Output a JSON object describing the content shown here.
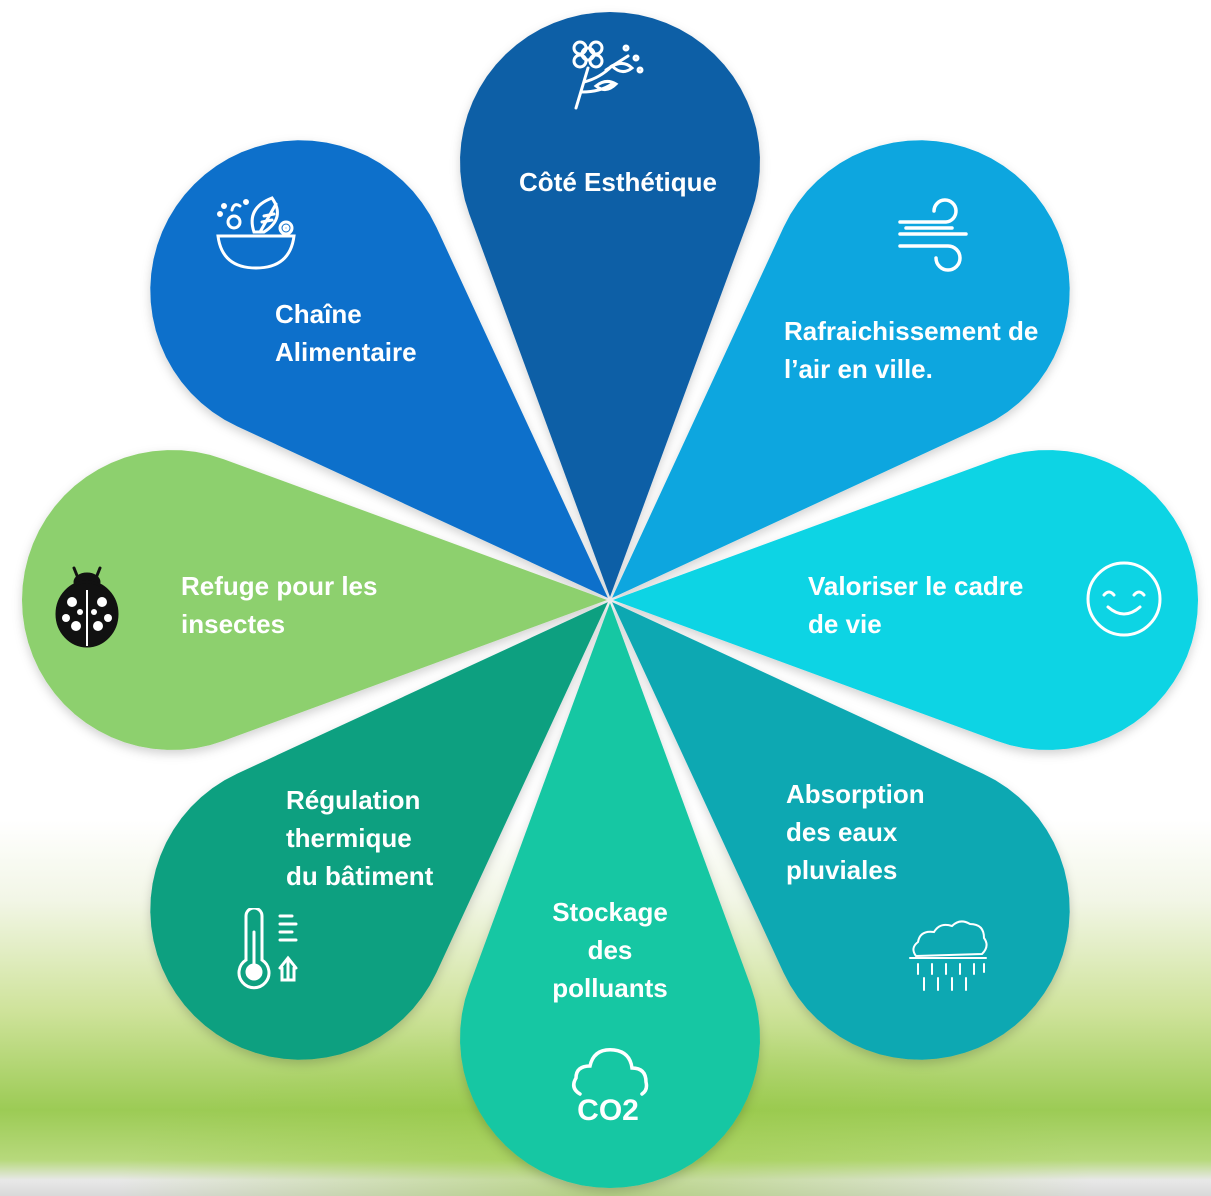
{
  "petals": [
    {
      "id": "esthetique",
      "label": "Côté Esthétique",
      "color": "#0f5ea6",
      "icon": "flower-branch-icon"
    },
    {
      "id": "rafraichissement",
      "label": "Rafraichissement de\nl’air en ville.",
      "color": "#07a6df",
      "icon": "wind-icon"
    },
    {
      "id": "cadre-de-vie",
      "label": "Valoriser le cadre\nde vie",
      "color": "#07d4e4",
      "icon": "smiley-icon"
    },
    {
      "id": "eaux-pluviales",
      "label": "Absorption\ndes eaux\npluviales",
      "color": "#0ca8b2",
      "icon": "rain-cloud-icon"
    },
    {
      "id": "polluants",
      "label": "Stockage\ndes\npolluants",
      "color": "#14c7a3",
      "icon": "co2-cloud-icon",
      "icon_text": "CO2"
    },
    {
      "id": "regulation",
      "label": "Régulation\nthermique\ndu bâtiment",
      "color": "#0aa080",
      "icon": "thermometer-icon"
    },
    {
      "id": "insectes",
      "label": "Refuge pour les\ninsectes",
      "color": "#8dd06e",
      "icon": "ladybug-icon"
    },
    {
      "id": "alimentaire",
      "label": "Chaîne\nAlimentaire",
      "color": "#0870cb",
      "icon": "salad-bowl-icon"
    }
  ]
}
